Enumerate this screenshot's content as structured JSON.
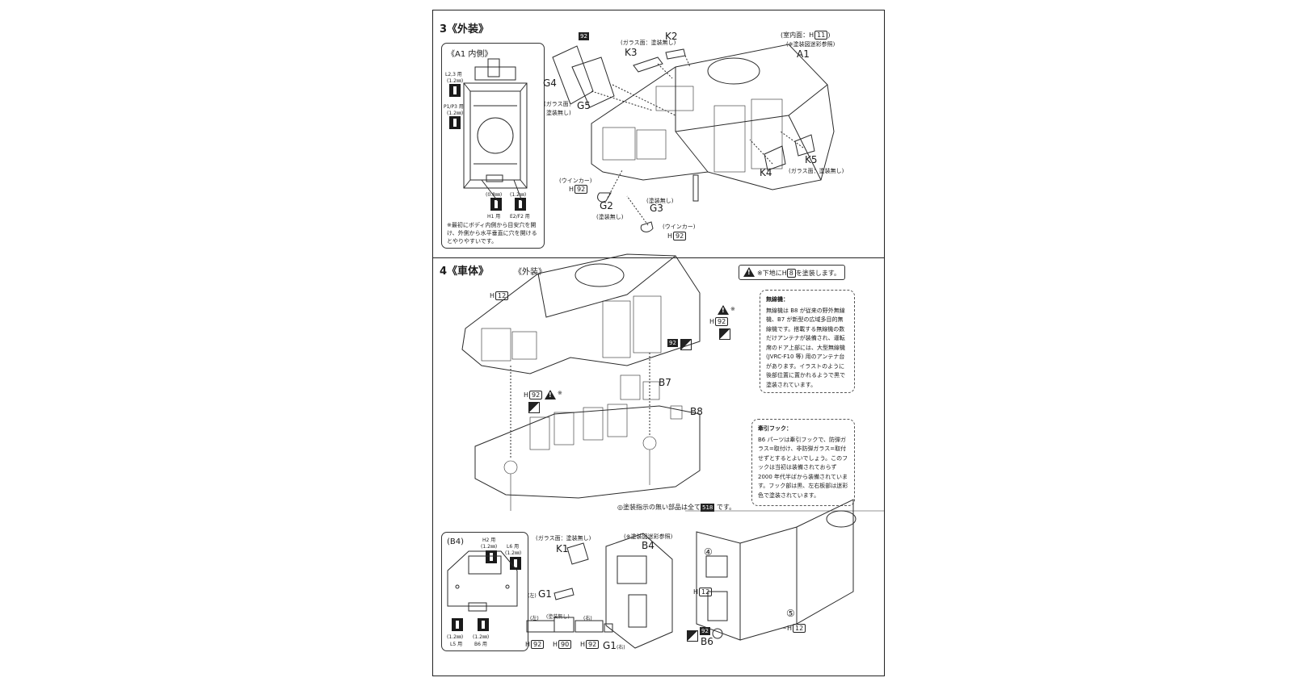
{
  "step3": {
    "title": "3《外装》",
    "inner_box": {
      "title": "《A1 内側》",
      "left_upper_label": "L2,3 用",
      "left_upper_size": "(1.2㎜)",
      "left_lower_label": "P1/P3 用",
      "left_lower_size": "(1.2㎜)",
      "bottom_sizes": [
        "(0.8㎜)",
        "(1.2㎜)"
      ],
      "bottom_labels": [
        "H1 用",
        "E2/F2 用"
      ],
      "note": "※最初にボディ内側から目安穴を開け、外側から水平垂直に穴を開けるとやりやすいです。"
    },
    "parts": {
      "code_92": "92",
      "glass_no_paint": "(ガラス面：塗装無し)",
      "K2": "K2",
      "K3": "K3",
      "interior_label": "(室内面：H",
      "interior_code": "11",
      "interior_close": ")",
      "camo_ref": "(※塗装図迷彩参照)",
      "A1": "A1",
      "G4": "G4",
      "G5": "G5",
      "glass_face_1": "(ガラス面：",
      "glass_face_2": "塗装無し)",
      "K5": "K5",
      "K4": "K4",
      "K4_glass": "(ガラス面：塗装無し)",
      "winker": "(ウインカー)",
      "H": "H",
      "H92": "92",
      "G2": "G2",
      "G2_note": "(塗装無し)",
      "G3_note": "(塗装無し)",
      "G3": "G3",
      "winker2": "(ウインカー)"
    }
  },
  "step4": {
    "title": "4《車体》",
    "subtitle": "《外装》",
    "warning_prefix": "※下地に",
    "warning_code": "8",
    "warning_suffix": "を塗装します。",
    "H": "H",
    "H12": "12",
    "H92": "92",
    "code92": "92",
    "asterisk": "※",
    "B7": "B7",
    "B8": "B8",
    "radio_note": {
      "title": "無線機：",
      "body": "無線機は B8 が従来の野外無線機、B7 が新型の広域多目的無線機です。搭載する無線機の数だけアンテナが装備され、運転席のドア上部には、大型無線機 (JVRC-F10 等) 用のアンテナ台があります。イラストのように後部位置に置かれるようで黒で塗装されています。"
    },
    "hook_note": {
      "title": "牽引フック：",
      "body": "B6 パーツは牽引フックで、防弾ガラス=取付け、非防弾ガラス=取付せずとするとよいでしょう。このフックは当初は装備されておらず 2000 年代半ばから装備されています。フック部は黒、左右板部は迷彩色で塗装されています。"
    },
    "unpainted_note_prefix": "◎塗装指示の無い部品は全て",
    "unpainted_note_code": "518",
    "unpainted_note_suffix": "です。",
    "b4_box": {
      "title": "(B4)",
      "top_labels": [
        "H2 用",
        "L6 用"
      ],
      "top_sizes": [
        "(1.2㎜)",
        "(1.2㎜)"
      ],
      "bottom_sizes": [
        "(1.2㎜)",
        "(1.2㎜)"
      ],
      "bottom_labels": [
        "L5 用",
        "B6 用"
      ]
    },
    "rear": {
      "glass_no_paint": "(ガラス面：塗装無し)",
      "K1": "K1",
      "camo_ref": "(※塗装図迷彩参照)",
      "B4": "B4",
      "left_small": "(左)",
      "G1": "G1",
      "no_paint": "(塗装無し)",
      "right_small": "(右)",
      "H92": "92",
      "H90": "90",
      "G1_right": "G1",
      "G1_right_suffix": "(右)",
      "circle4": "④",
      "circle5": "⑤",
      "H12": "12",
      "B6": "B6",
      "code92": "92"
    }
  }
}
